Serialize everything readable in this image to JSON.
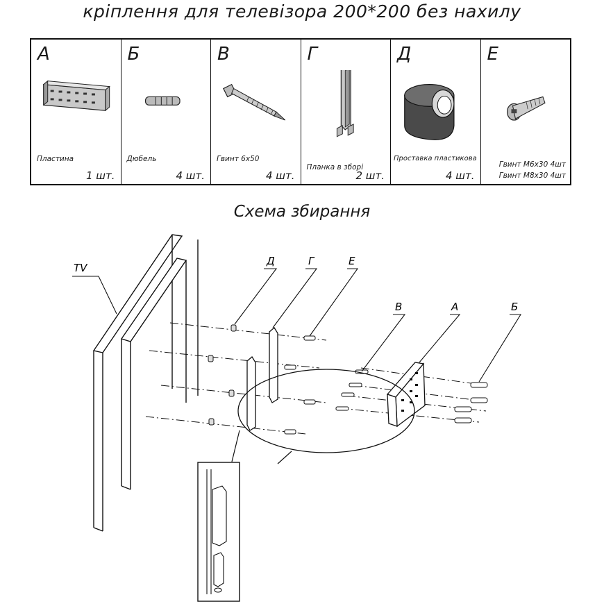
{
  "title": "кріплення для телевізора 200*200 без нахилу",
  "scheme_title": "Схема збирання",
  "parts": [
    {
      "letter": "А",
      "name": "Пластина",
      "qty": "1 шт.",
      "icon": "plate-icon"
    },
    {
      "letter": "Б",
      "name": "Дюбель",
      "qty": "4 шт.",
      "icon": "dowel-icon"
    },
    {
      "letter": "В",
      "name": "Гвинт 6х50",
      "qty": "4 шт.",
      "icon": "screw-icon"
    },
    {
      "letter": "Г",
      "name": "Планка в зборі",
      "qty": "2 шт.",
      "icon": "bracket-icon"
    },
    {
      "letter": "Д",
      "name": "Проставка пластикова",
      "qty": "4 шт.",
      "icon": "spacer-icon"
    },
    {
      "letter": "Е",
      "name": "Гвинт М6х30  4шт",
      "name2": "Гвинт М8х30 4шт",
      "icon": "bolt-icon"
    }
  ],
  "diagram_labels": {
    "tv": "TV",
    "spacer": "Д",
    "bracket": "Г",
    "bolt": "Е",
    "screw": "В",
    "plate": "А",
    "dowel": "Б"
  }
}
